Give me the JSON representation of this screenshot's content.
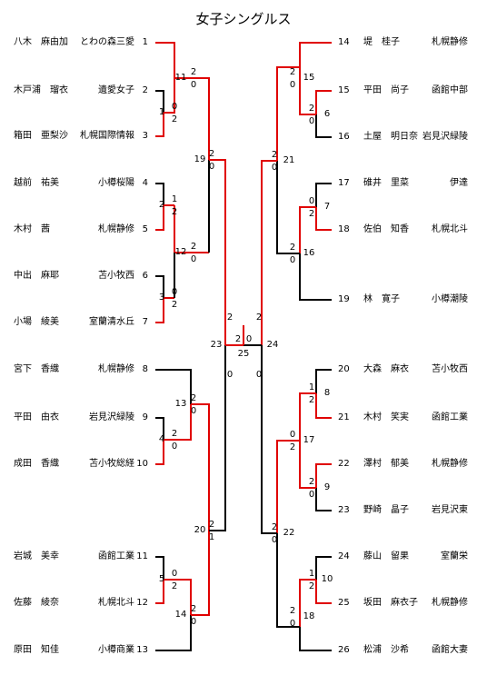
{
  "title": "女子シングルス",
  "colors": {
    "winner": "#e00000",
    "normal": "#000000"
  },
  "left_players": [
    {
      "seed": "1",
      "name": "八木　麻由加",
      "team": "とわの森三愛"
    },
    {
      "seed": "2",
      "name": "木戸浦　瑠衣",
      "team": "遺愛女子"
    },
    {
      "seed": "3",
      "name": "箱田　亜梨沙",
      "team": "札幌国際情報"
    },
    {
      "seed": "4",
      "name": "越前　祐美",
      "team": "小樽桜陽"
    },
    {
      "seed": "5",
      "name": "木村　茜",
      "team": "札幌静修"
    },
    {
      "seed": "6",
      "name": "中出　麻耶",
      "team": "苫小牧西"
    },
    {
      "seed": "7",
      "name": "小場　綾美",
      "team": "室蘭清水丘"
    },
    {
      "seed": "8",
      "name": "宮下　香織",
      "team": "札幌静修"
    },
    {
      "seed": "9",
      "name": "平田　由衣",
      "team": "岩見沢緑陵"
    },
    {
      "seed": "10",
      "name": "成田　香織",
      "team": "苫小牧総経"
    },
    {
      "seed": "11",
      "name": "岩城　美幸",
      "team": "函館工業"
    },
    {
      "seed": "12",
      "name": "佐藤　綾奈",
      "team": "札幌北斗"
    },
    {
      "seed": "13",
      "name": "原田　知佳",
      "team": "小樽商業"
    }
  ],
  "right_players": [
    {
      "seed": "14",
      "name": "堤　桂子",
      "team": "札幌静修"
    },
    {
      "seed": "15",
      "name": "平田　尚子",
      "team": "函館中部"
    },
    {
      "seed": "16",
      "name": "土屋　明日奈",
      "team": "岩見沢緑陵"
    },
    {
      "seed": "17",
      "name": "碓井　里菜",
      "team": "伊達"
    },
    {
      "seed": "18",
      "name": "佐伯　知香",
      "team": "札幌北斗"
    },
    {
      "seed": "19",
      "name": "林　寛子",
      "team": "小樽潮陵"
    },
    {
      "seed": "20",
      "name": "大森　麻衣",
      "team": "苫小牧西"
    },
    {
      "seed": "21",
      "name": "木村　笑実",
      "team": "函館工業"
    },
    {
      "seed": "22",
      "name": "澤村　郁美",
      "team": "札幌静修"
    },
    {
      "seed": "23",
      "name": "野崎　晶子",
      "team": "岩見沢東"
    },
    {
      "seed": "24",
      "name": "藤山　留果",
      "team": "室蘭栄"
    },
    {
      "seed": "25",
      "name": "坂田　麻衣子",
      "team": "札幌静修"
    },
    {
      "seed": "26",
      "name": "松浦　沙希",
      "team": "函館大妻"
    }
  ],
  "matches": [
    {
      "no": "1",
      "s": [
        "0",
        "2"
      ]
    },
    {
      "no": "11",
      "s": [
        "2",
        "0"
      ]
    },
    {
      "no": "2",
      "s": [
        "1",
        "2"
      ]
    },
    {
      "no": "3",
      "s": [
        "0",
        "2"
      ]
    },
    {
      "no": "12",
      "s": [
        "2",
        "0"
      ]
    },
    {
      "no": "19",
      "s": [
        "2",
        "0"
      ]
    },
    {
      "no": "4",
      "s": [
        "2",
        "0"
      ]
    },
    {
      "no": "5",
      "s": [
        "0",
        "2"
      ]
    },
    {
      "no": "13",
      "s": [
        "2",
        "0"
      ]
    },
    {
      "no": "14",
      "s": [
        "2",
        "0"
      ]
    },
    {
      "no": "20",
      "s": [
        "2",
        "1"
      ]
    },
    {
      "no": "23",
      "s": [
        "2",
        "0"
      ]
    },
    {
      "no": "25",
      "s": [
        "2",
        "0"
      ]
    },
    {
      "no": "24",
      "s": [
        "2",
        "0"
      ]
    },
    {
      "no": "15",
      "s": [
        "2",
        "0"
      ]
    },
    {
      "no": "6",
      "s": [
        "2",
        "0"
      ]
    },
    {
      "no": "7",
      "s": [
        "0",
        "2"
      ]
    },
    {
      "no": "16",
      "s": [
        "2",
        "0"
      ]
    },
    {
      "no": "21",
      "s": [
        "2",
        "0"
      ]
    },
    {
      "no": "8",
      "s": [
        "1",
        "2"
      ]
    },
    {
      "no": "17",
      "s": [
        "0",
        "2"
      ]
    },
    {
      "no": "9",
      "s": [
        "2",
        "0"
      ]
    },
    {
      "no": "10",
      "s": [
        "1",
        "2"
      ]
    },
    {
      "no": "18",
      "s": [
        "2",
        "0"
      ]
    },
    {
      "no": "22",
      "s": [
        "2",
        "0"
      ]
    }
  ]
}
